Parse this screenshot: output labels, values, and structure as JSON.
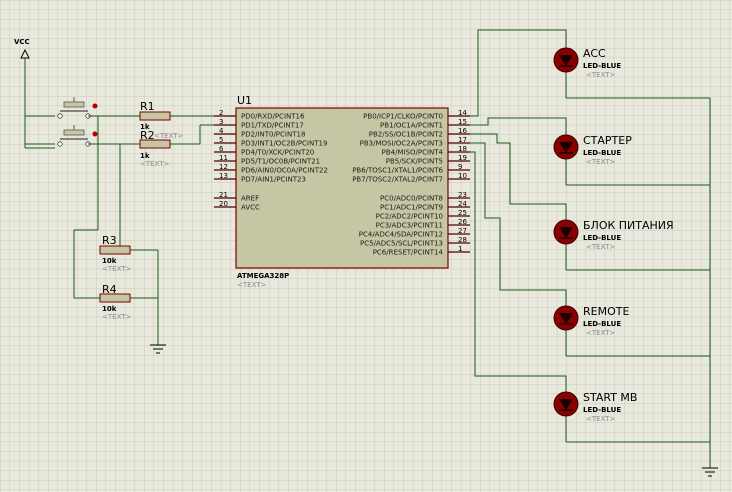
{
  "power": {
    "vcc_label": "VCC"
  },
  "mcu": {
    "ref": "U1",
    "part": "ATMEGA328P",
    "text_placeholder": "<TEXT>",
    "left_pins": [
      {
        "num": "2",
        "name": "PD0/RXD/PCINT16"
      },
      {
        "num": "3",
        "name": "PD1/TXD/PCINT17"
      },
      {
        "num": "4",
        "name": "PD2/INT0/PCINT18"
      },
      {
        "num": "5",
        "name": "PD3/INT1/OC2B/PCINT19"
      },
      {
        "num": "6",
        "name": "PD4/T0/XCK/PCINT20"
      },
      {
        "num": "11",
        "name": "PD5/T1/OC0B/PCINT21"
      },
      {
        "num": "12",
        "name": "PD6/AIN0/OC0A/PCINT22"
      },
      {
        "num": "13",
        "name": "PD7/AIN1/PCINT23"
      },
      {
        "num": "21",
        "name": "AREF"
      },
      {
        "num": "20",
        "name": "AVCC"
      }
    ],
    "right_pins": [
      {
        "num": "14",
        "name": "PB0/ICP1/CLKO/PCINT0"
      },
      {
        "num": "15",
        "name": "PB1/OC1A/PCINT1"
      },
      {
        "num": "16",
        "name": "PB2/SS/OC1B/PCINT2"
      },
      {
        "num": "17",
        "name": "PB3/MOSI/OC2A/PCINT3"
      },
      {
        "num": "18",
        "name": "PB4/MISO/PCINT4"
      },
      {
        "num": "19",
        "name": "PB5/SCK/PCINT5"
      },
      {
        "num": "9",
        "name": "PB6/TOSC1/XTAL1/PCINT6"
      },
      {
        "num": "10",
        "name": "PB7/TOSC2/XTAL2/PCINT7"
      },
      {
        "num": "23",
        "name": "PC0/ADC0/PCINT8"
      },
      {
        "num": "24",
        "name": "PC1/ADC1/PCINT9"
      },
      {
        "num": "25",
        "name": "PC2/ADC2/PCINT10"
      },
      {
        "num": "26",
        "name": "PC3/ADC3/PCINT11"
      },
      {
        "num": "27",
        "name": "PC4/ADC4/SDA/PCINT12"
      },
      {
        "num": "28",
        "name": "PC5/ADC5/SCL/PCINT13"
      },
      {
        "num": "1",
        "name": "PC6/RESET/PCINT14"
      }
    ]
  },
  "resistors": [
    {
      "ref": "R1",
      "value": "1k",
      "placeholder": "<TEXT>"
    },
    {
      "ref": "R2",
      "value": "1k",
      "placeholder": "<TEXT>"
    },
    {
      "ref": "R3",
      "value": "10k",
      "placeholder": "<TEXT>"
    },
    {
      "ref": "R4",
      "value": "10k",
      "placeholder": "<TEXT>"
    }
  ],
  "leds": [
    {
      "name": "ACC",
      "type": "LED-BLUE",
      "placeholder": "<TEXT>"
    },
    {
      "name": "СТАРТЕР",
      "type": "LED-BLUE",
      "placeholder": "<TEXT>"
    },
    {
      "name": "БЛОК ПИТАНИЯ",
      "type": "LED-BLUE",
      "placeholder": "<TEXT>"
    },
    {
      "name": "REMOTE",
      "type": "LED-BLUE",
      "placeholder": "<TEXT>"
    },
    {
      "name": "START MB",
      "type": "LED-BLUE",
      "placeholder": "<TEXT>"
    }
  ],
  "colors": {
    "background": "#e8e8dc",
    "grid": "#c9c9bb",
    "wire": "#1a5a1a",
    "component_fill": "#c6c6a4",
    "component_outline": "#7a0000",
    "led_fill": "#8a0000"
  }
}
